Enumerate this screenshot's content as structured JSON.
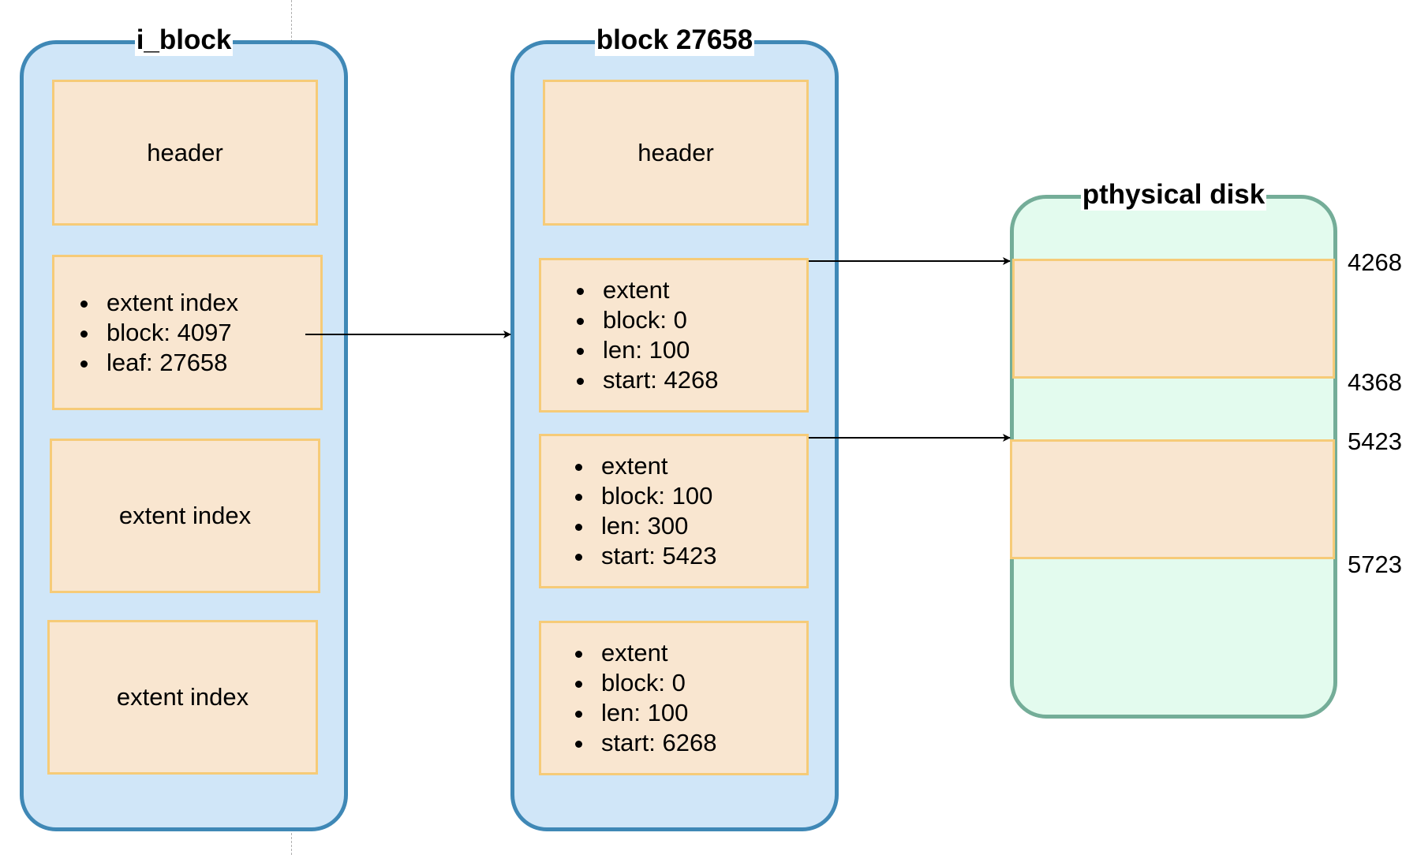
{
  "i_block": {
    "title": "i_block",
    "header": "header",
    "index_entry": [
      "extent index",
      "block: 4097",
      "leaf: 27658"
    ],
    "index_2": "extent index",
    "index_3": "extent index"
  },
  "leaf_block": {
    "title": "block 27658",
    "header": "header",
    "extents": [
      [
        "extent",
        "block: 0",
        "len: 100",
        "start: 4268"
      ],
      [
        "extent",
        "block: 100",
        "len: 300",
        "start: 5423"
      ],
      [
        "extent",
        "block: 0",
        "len: 100",
        "start: 6268"
      ]
    ]
  },
  "disk": {
    "title": "pthysical disk",
    "labels": [
      "4268",
      "4368",
      "5423",
      "5723"
    ]
  },
  "colors": {
    "container_fill": "#d0e6f8",
    "container_stroke": "#3f88b6",
    "box_fill": "#f9e6d0",
    "box_stroke": "#f6cb78",
    "disk_fill": "#e3fbee",
    "disk_stroke": "#74ad98"
  }
}
